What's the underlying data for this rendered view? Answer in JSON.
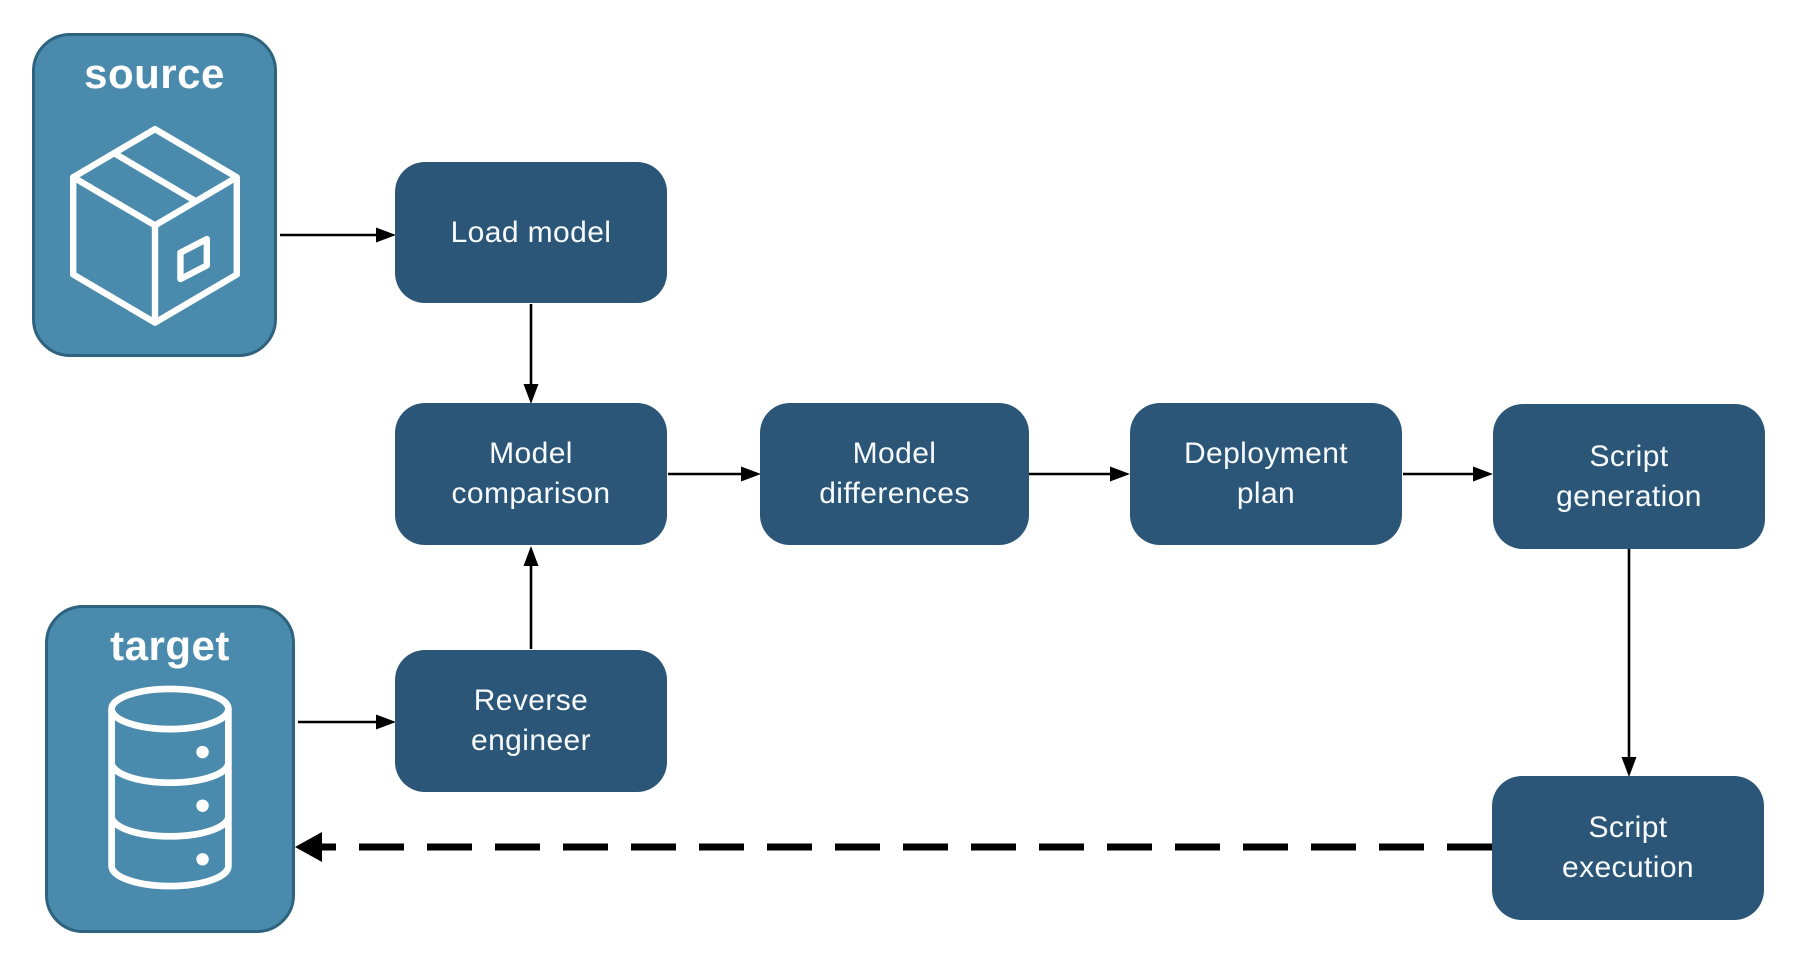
{
  "diagram": {
    "kind": "flowchart",
    "colors": {
      "container_fill": "#4a8bad",
      "container_border": "#2e637f",
      "node_fill": "#2c5677",
      "node_text": "#f8fbfd",
      "container_text": "#ffffff",
      "arrow": "#000000",
      "background": "#ffffff"
    },
    "containers": [
      {
        "id": "source",
        "label": "source",
        "icon": "package-icon"
      },
      {
        "id": "target",
        "label": "target",
        "icon": "database-icon"
      }
    ],
    "nodes": [
      {
        "id": "load-model",
        "label": "Load model"
      },
      {
        "id": "model-comparison",
        "label": "Model comparison"
      },
      {
        "id": "model-differences",
        "label": "Model differences"
      },
      {
        "id": "deployment-plan",
        "label": "Deployment plan"
      },
      {
        "id": "script-generation",
        "label": "Script generation"
      },
      {
        "id": "reverse-engineer",
        "label": "Reverse engineer"
      },
      {
        "id": "script-execution",
        "label": "Script execution"
      }
    ],
    "edges": [
      {
        "from": "source",
        "to": "load-model",
        "style": "solid"
      },
      {
        "from": "load-model",
        "to": "model-comparison",
        "style": "solid"
      },
      {
        "from": "model-comparison",
        "to": "model-differences",
        "style": "solid"
      },
      {
        "from": "model-differences",
        "to": "deployment-plan",
        "style": "solid"
      },
      {
        "from": "deployment-plan",
        "to": "script-generation",
        "style": "solid"
      },
      {
        "from": "script-generation",
        "to": "script-execution",
        "style": "solid"
      },
      {
        "from": "target",
        "to": "reverse-engineer",
        "style": "solid"
      },
      {
        "from": "reverse-engineer",
        "to": "model-comparison",
        "style": "solid"
      },
      {
        "from": "script-execution",
        "to": "target",
        "style": "dashed"
      }
    ]
  }
}
